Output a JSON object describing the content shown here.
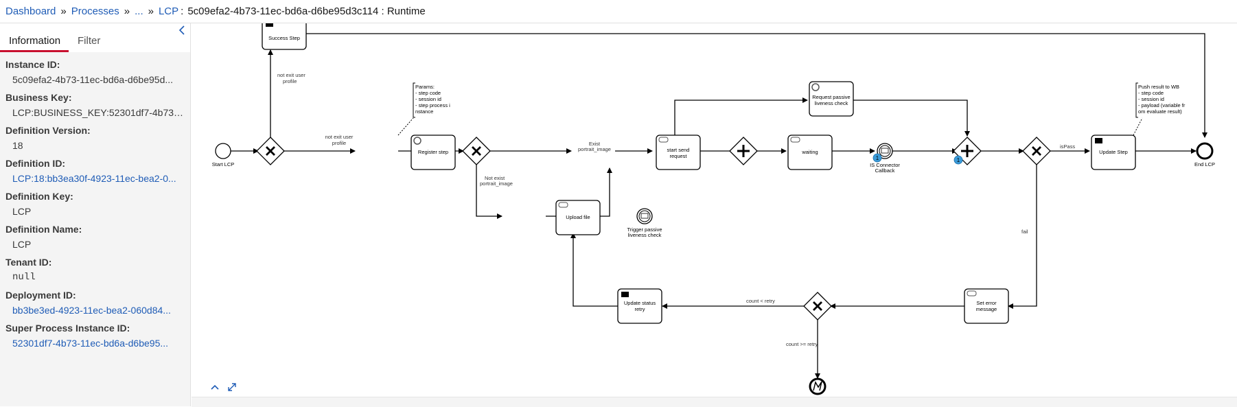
{
  "breadcrumb": {
    "dashboard": "Dashboard",
    "processes": "Processes",
    "ellipsis": "...",
    "lcp": "LCP",
    "colon": ":",
    "current": "5c09efa2-4b73-11ec-bd6a-d6be95d3c114 : Runtime",
    "sep": "»"
  },
  "sidebar": {
    "tabs": [
      "Information",
      "Filter"
    ],
    "fields": [
      {
        "label": "Instance ID:",
        "value": "5c09efa2-4b73-11ec-bd6a-d6be95d..."
      },
      {
        "label": "Business Key:",
        "value": "LCP:BUSINESS_KEY:52301df7-4b73-..."
      },
      {
        "label": "Definition Version:",
        "value": "18"
      },
      {
        "label": "Definition ID:",
        "value": "LCP:18:bb3ea30f-4923-11ec-bea2-0..."
      },
      {
        "label": "Definition Key:",
        "value": "LCP"
      },
      {
        "label": "Definition Name:",
        "value": "LCP"
      },
      {
        "label": "Tenant ID:",
        "value": "null"
      },
      {
        "label": "Deployment ID:",
        "value": "bb3be3ed-4923-11ec-bea2-060d84..."
      },
      {
        "label": "Super Process Instance ID:",
        "value": "52301df7-4b73-11ec-bd6a-d6be95..."
      }
    ]
  },
  "diagram": {
    "start_label": "Start LCP",
    "end_label": "End LCP",
    "tasks": {
      "success": "Success Step",
      "register": "Register step",
      "start_send": [
        "start send",
        "request"
      ],
      "request_passive": [
        "Request passive",
        "liveness check"
      ],
      "waiting": "waiting",
      "update_step": "Update Step",
      "upload_file": "Upload file",
      "update_status": [
        "Update status",
        "retry"
      ],
      "set_error": [
        "Set error",
        "message"
      ]
    },
    "events": {
      "is_callback": [
        "IS Connector",
        "Callback"
      ],
      "trigger": [
        "Trigger passive",
        "liveness check"
      ]
    },
    "flows": {
      "not_exit_up": [
        "not exit user",
        "profile"
      ],
      "not_exit_right": [
        "not exit user",
        "profile"
      ],
      "exist": [
        "Exist",
        "portrait_image"
      ],
      "not_exist": [
        "Not exist",
        "portrait_image"
      ],
      "is_pass": "isPass",
      "fail": "fail",
      "count_lt": "count < retry",
      "count_ge": "count >= retry"
    },
    "annotations": {
      "params": [
        "Params:",
        "- step code",
        "- session id",
        "- step process i",
        "nstance"
      ],
      "push": [
        "Push result to WB",
        "- step code",
        "- session id",
        "- payload (variable fr",
        "om evaluate result)"
      ]
    },
    "badges": [
      "1",
      "1"
    ]
  },
  "canvas_controls": {
    "up": "⌃",
    "expand": "⤢"
  }
}
